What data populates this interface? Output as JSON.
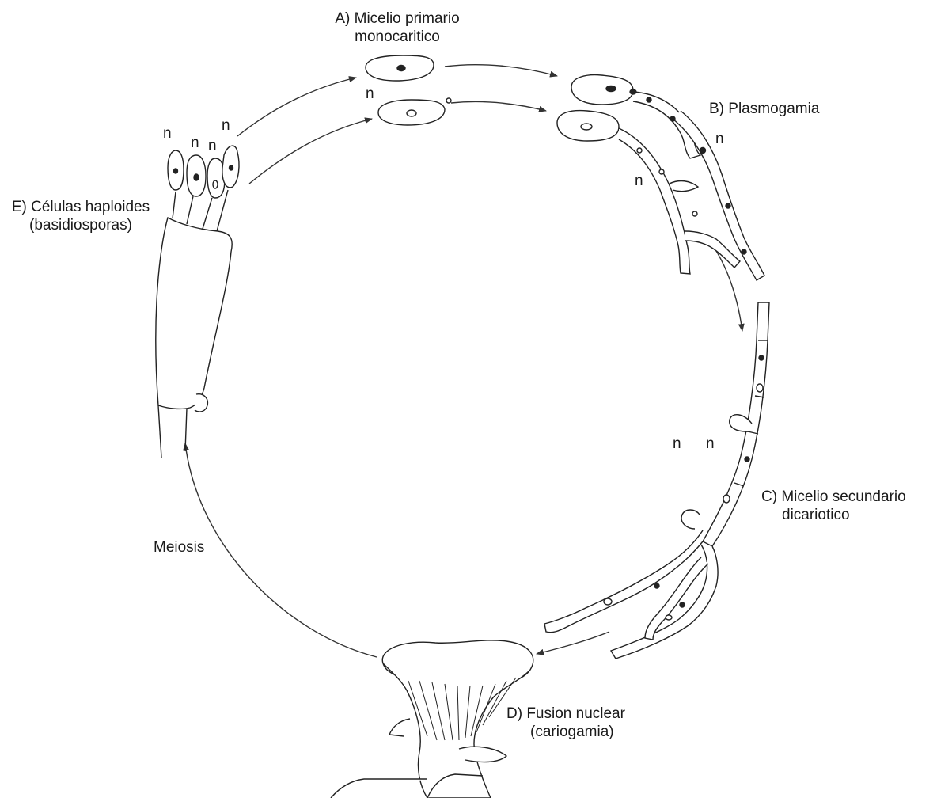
{
  "labels": {
    "a_line1": "A) Micelio primario",
    "a_line2": "monocaritico",
    "b": "B) Plasmogamia",
    "c_line1": "C) Micelio secundario",
    "c_line2": "dicariotico",
    "d_line1": "D) Fusion nuclear",
    "d_line2": "(cariogamia)",
    "e_line1": "E) Células haploides",
    "e_line2": "(basidiosporas)",
    "meiosis": "Meiosis"
  },
  "ploidy_mark": "n"
}
